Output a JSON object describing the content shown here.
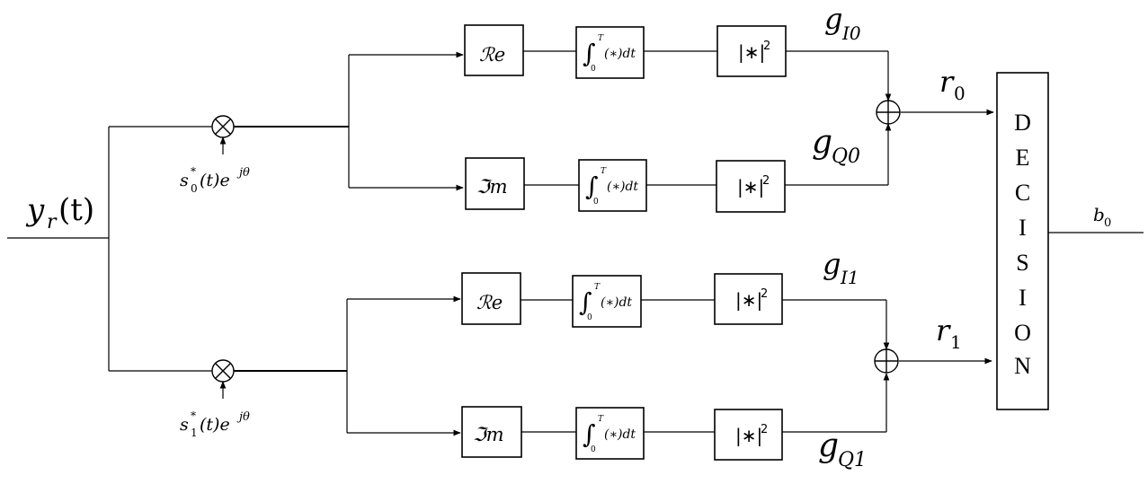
{
  "input": {
    "label": "y",
    "sub": "r",
    "arg": "(t)"
  },
  "mixers": [
    {
      "label_main": "s",
      "label_sub": "0",
      "label_sup": "*",
      "label_rest": "(t)e",
      "label_exp": "jθ"
    },
    {
      "label_main": "s",
      "label_sub": "1",
      "label_sup": "*",
      "label_rest": "(t)e",
      "label_exp": "jθ"
    }
  ],
  "branches": {
    "re_label": "ℛe",
    "im_label": "ℑm",
    "integrator": {
      "upper": "T",
      "lower": "0",
      "body": "(∗)dt"
    },
    "squarer": {
      "body": "|∗|",
      "sup": "2"
    }
  },
  "outputs": {
    "g_I0": {
      "main": "g",
      "sub": "I0"
    },
    "g_Q0": {
      "main": "g",
      "sub": "Q0"
    },
    "g_I1": {
      "main": "g",
      "sub": "I1"
    },
    "g_Q1": {
      "main": "g",
      "sub": "Q1"
    },
    "r0": {
      "main": "r",
      "sub": "0"
    },
    "r1": {
      "main": "r",
      "sub": "1"
    }
  },
  "decision": {
    "letters": [
      "D",
      "E",
      "C",
      "I",
      "S",
      "I",
      "O",
      "N"
    ]
  },
  "final_output": {
    "main": "b",
    "sub": "0"
  }
}
